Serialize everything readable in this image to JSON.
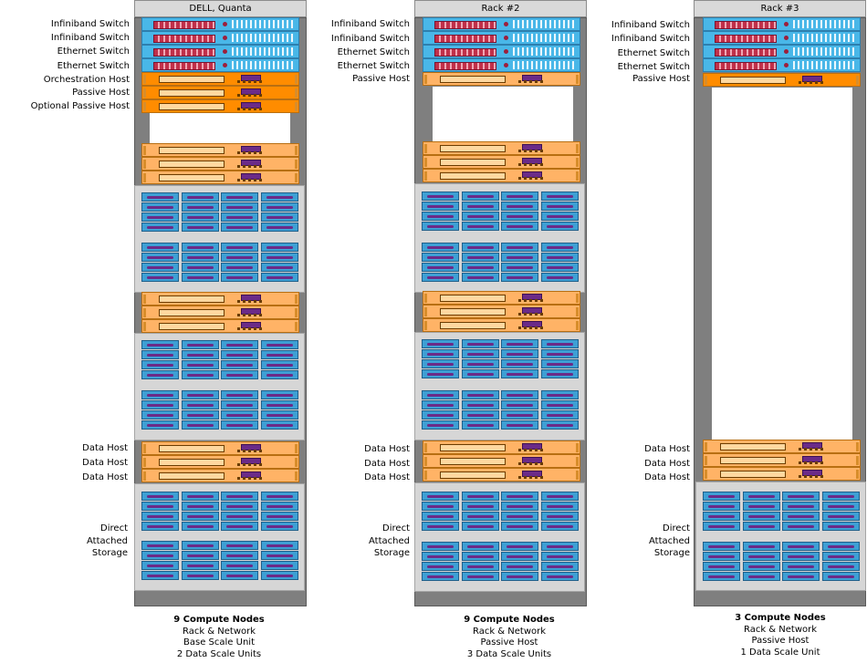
{
  "racks": [
    {
      "title": "DELL, Quanta",
      "top_labels": [
        "Infiniband Switch",
        "Infiniband Switch",
        "Ethernet Switch",
        "Ethernet Switch",
        "Orchestration Host",
        "Passive Host",
        "Optional Passive Host"
      ],
      "data_labels": [
        "Data Host",
        "Data Host",
        "Data Host"
      ],
      "storage_label": "Direct Attached Storage",
      "caption": [
        "9 Compute Nodes",
        "Rack & Network",
        "Base Scale Unit",
        "2 Data Scale Units"
      ]
    },
    {
      "title": "Rack #2",
      "top_labels": [
        "Infiniband Switch",
        "Infiniband Switch",
        "Ethernet Switch",
        "Ethernet Switch",
        "Passive Host"
      ],
      "data_labels": [
        "Data Host",
        "Data Host",
        "Data Host"
      ],
      "storage_label": "Direct Attached Storage",
      "caption": [
        "9 Compute Nodes",
        "Rack & Network",
        "Passive Host",
        "3 Data Scale Units"
      ]
    },
    {
      "title": "Rack #3",
      "top_labels": [
        "Infiniband Switch",
        "Infiniband Switch",
        "Ethernet Switch",
        "Ethernet Switch",
        "Passive Host"
      ],
      "data_labels": [
        "Data Host",
        "Data Host",
        "Data Host"
      ],
      "storage_label": "Direct Attached Storage",
      "caption": [
        "3 Compute Nodes",
        "Rack & Network",
        "Passive Host",
        "1 Data Scale Unit"
      ]
    }
  ],
  "colors": {
    "switch": "#49b7e8",
    "orchestration_host": "#ff8c00",
    "host": "#ffb366",
    "storage_tray": "#3e9fd4",
    "rack_frame": "#7f7f7f"
  }
}
